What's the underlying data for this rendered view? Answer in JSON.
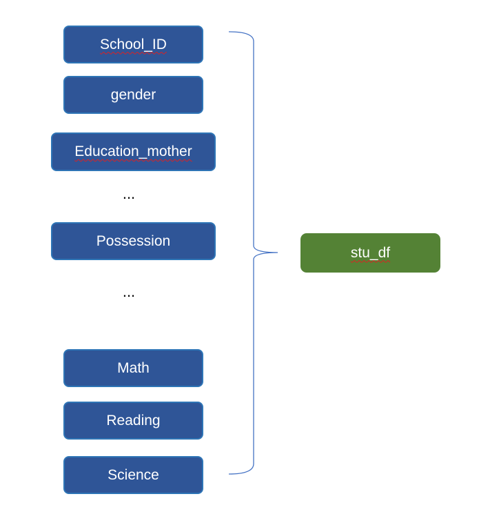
{
  "columns": [
    {
      "label": "School_ID"
    },
    {
      "label": "gender"
    },
    {
      "label": "Education_mother"
    },
    {
      "label": "..."
    },
    {
      "label": "Possession"
    },
    {
      "label": "..."
    },
    {
      "label": "Math"
    },
    {
      "label": "Reading"
    },
    {
      "label": "Science"
    }
  ],
  "target": {
    "label": "stu_df"
  },
  "colors": {
    "column_fill": "#2f5597",
    "column_border": "#2e75b6",
    "target_fill": "#548235",
    "brace": "#4472c4"
  }
}
